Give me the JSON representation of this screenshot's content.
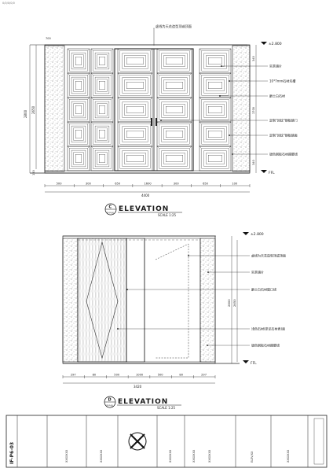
{
  "header_note": "0/0/0/0/0",
  "elevation_top": {
    "ceiling_note": "虚线为天花造型顶或顶面",
    "level_top": "±2.800",
    "level_ffl": "FFL",
    "callouts": [
      "实茶镜片",
      "10*7mm石材坑槽",
      "爵士白石材",
      "定制\"回纹\"钢板镜门",
      "定制\"回纹\"钢板镜面",
      "银色钢板石材踢脚线"
    ],
    "dims_bottom": [
      "500",
      "300",
      "650",
      "1600",
      "300",
      "650",
      "100"
    ],
    "dim_total": "4400",
    "dims_left": [
      "2800",
      "2650",
      "150"
    ],
    "dims_right": [
      "340",
      "1700",
      "340"
    ],
    "title": "ELEVATION",
    "scale": "SCALE 1:25",
    "tag_letter": "C",
    "tag_ref": "IF-P-06"
  },
  "elevation_bottom": {
    "level_top": "±2.800",
    "level_ffl": "FFL",
    "callouts": [
      "虚线为天花造型顶或顶面",
      "实茶镜片",
      "爵士白石材窗口线",
      "浅色石材(参见石材表)面",
      "银色钢板石材踢脚线"
    ],
    "dims_bottom": [
      "297",
      "80",
      "500",
      "1000",
      "500",
      "80",
      "297"
    ],
    "dim_total": "3420",
    "dims_right": [
      "2800",
      "2650"
    ],
    "title": "ELEVATION",
    "scale": "SCALE 1:25",
    "tag_letter": "D",
    "tag_ref": "IF-P-06"
  },
  "title_block": {
    "drawing_no": "IF-P6-03",
    "cols": [
      "IF-P6-03",
      "XXXXXXX",
      "XXXXXXX",
      "XXXXXXX",
      "XXXXXXX",
      "XXXXXXX",
      "ELEV/XX",
      "XXXXXXX"
    ]
  }
}
